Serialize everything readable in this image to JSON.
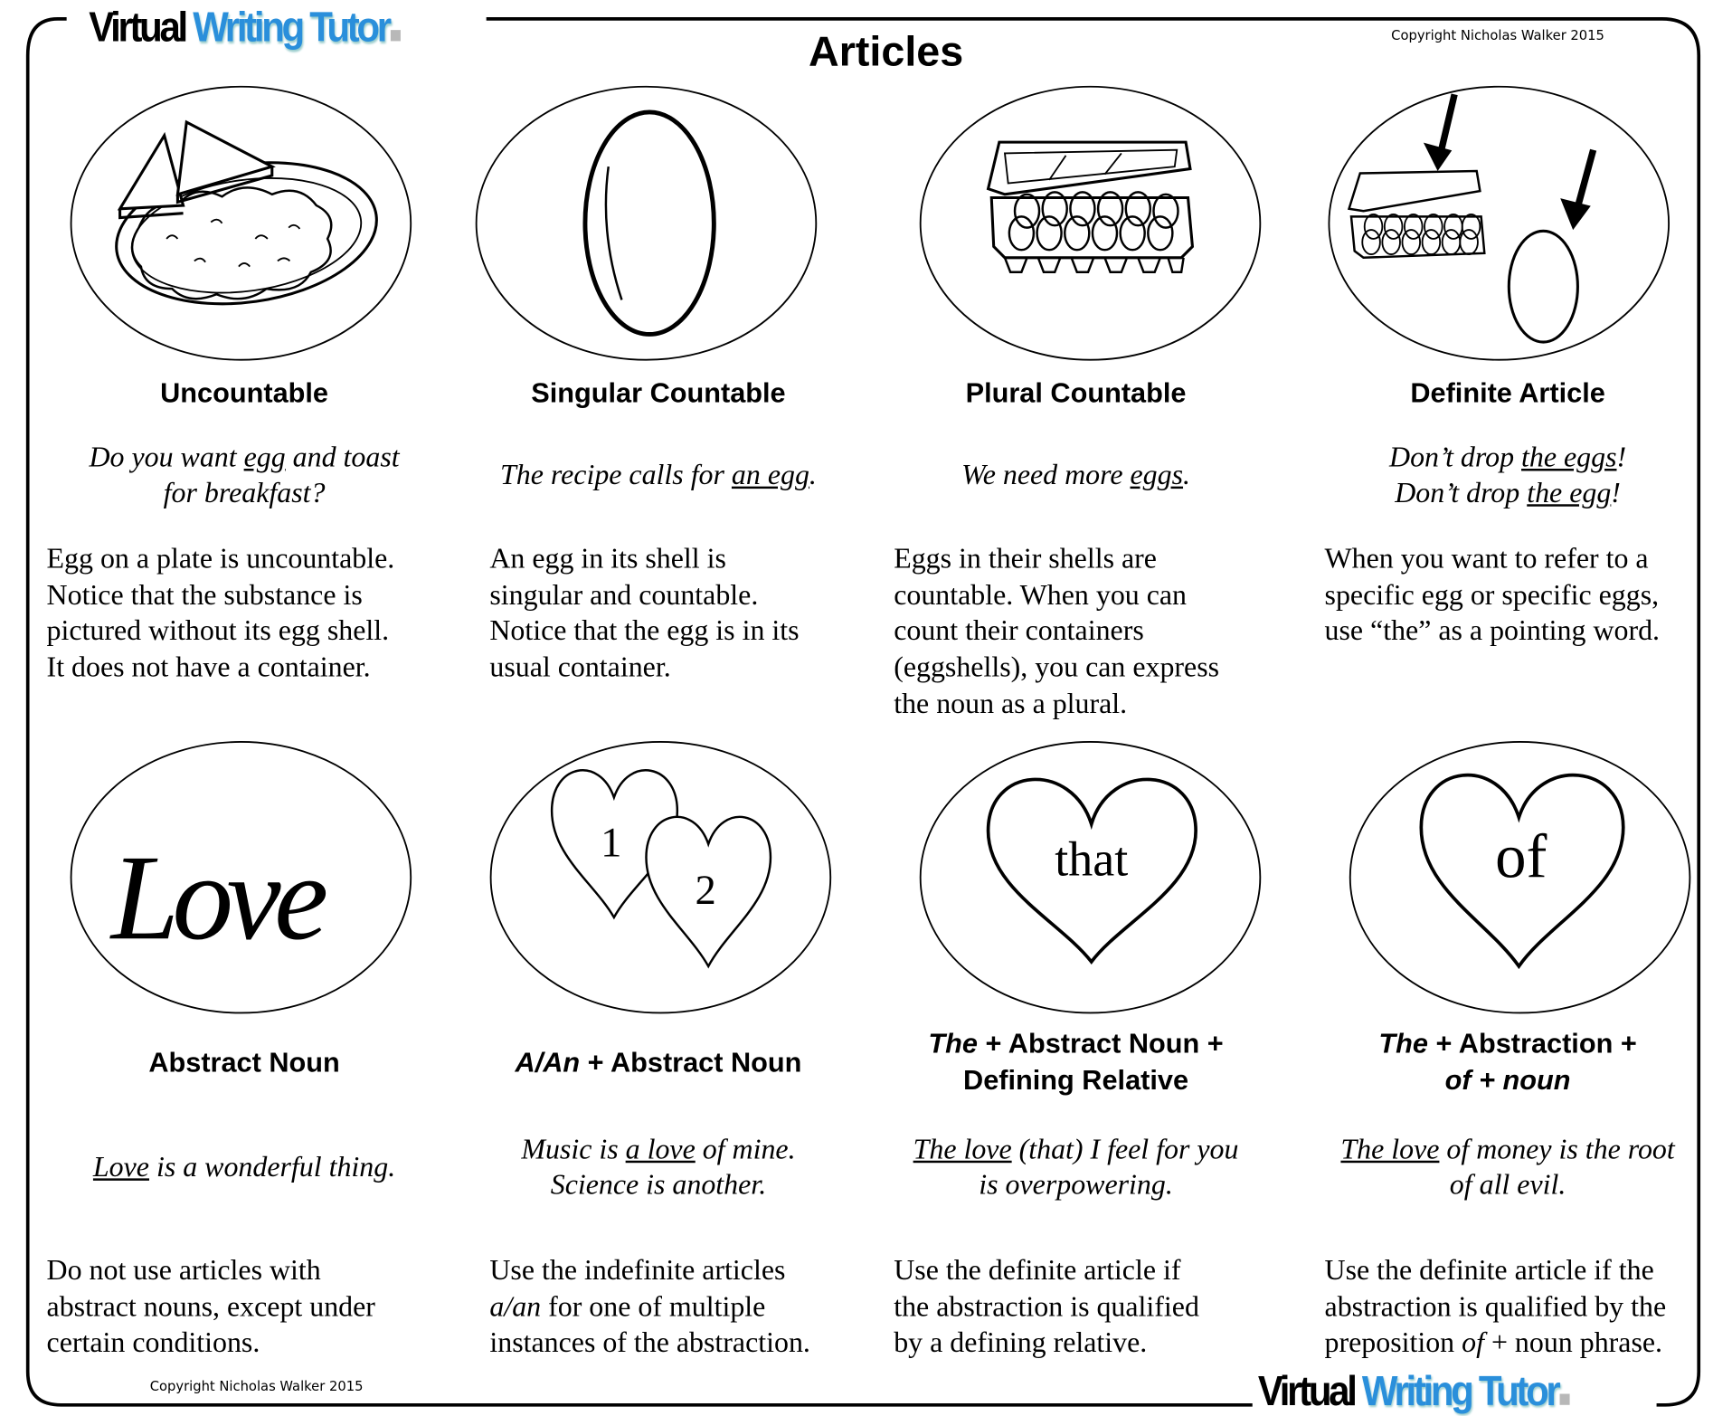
{
  "header": {
    "logo_black": "Virtual",
    "logo_blue": "Writing Tutor",
    "title": "Articles",
    "copyright": "Copyright Nicholas Walker 2015"
  },
  "footer": {
    "copyright": "Copyright Nicholas Walker 2015",
    "logo_black": "Virtual",
    "logo_blue": "Writing Tutor"
  },
  "illustrations": {
    "love_word": "Love",
    "heart_one": "1",
    "heart_two": "2",
    "heart_that": "that",
    "heart_of": "of"
  },
  "cards": [
    {
      "heading": [
        [
          {
            "t": "Uncountable"
          }
        ]
      ],
      "example": [
        [
          {
            "t": "Do you want "
          },
          {
            "t": "egg",
            "u": true
          },
          {
            "t": " and toast"
          }
        ],
        [
          {
            "t": "for breakfast?"
          }
        ]
      ],
      "body": [
        [
          {
            "t": "Egg on a plate is uncountable."
          }
        ],
        [
          {
            "t": "Notice that the substance is"
          }
        ],
        [
          {
            "t": "pictured without its egg shell."
          }
        ],
        [
          {
            "t": "It does not have a container."
          }
        ]
      ]
    },
    {
      "heading": [
        [
          {
            "t": "Singular Countable"
          }
        ]
      ],
      "example": [
        [
          {
            "t": "The recipe calls for "
          },
          {
            "t": "an egg",
            "u": true
          },
          {
            "t": "."
          }
        ]
      ],
      "body": [
        [
          {
            "t": "An egg in its shell is"
          }
        ],
        [
          {
            "t": "singular and countable."
          }
        ],
        [
          {
            "t": "Notice that the egg is in its"
          }
        ],
        [
          {
            "t": "usual container."
          }
        ]
      ]
    },
    {
      "heading": [
        [
          {
            "t": "Plural Countable"
          }
        ]
      ],
      "example": [
        [
          {
            "t": "We need more "
          },
          {
            "t": "eggs",
            "u": true
          },
          {
            "t": "."
          }
        ]
      ],
      "body": [
        [
          {
            "t": "Eggs in their shells are"
          }
        ],
        [
          {
            "t": "countable. When you can"
          }
        ],
        [
          {
            "t": "count their containers"
          }
        ],
        [
          {
            "t": "(eggshells), you can express"
          }
        ],
        [
          {
            "t": "the noun as a plural."
          }
        ]
      ]
    },
    {
      "heading": [
        [
          {
            "t": "Definite Article"
          }
        ]
      ],
      "example": [
        [
          {
            "t": "Don’t drop "
          },
          {
            "t": "the eggs",
            "u": true
          },
          {
            "t": "!"
          }
        ],
        [
          {
            "t": "Don’t drop "
          },
          {
            "t": "the egg",
            "u": true
          },
          {
            "t": "!"
          }
        ]
      ],
      "body": [
        [
          {
            "t": "When you want to refer to a"
          }
        ],
        [
          {
            "t": "specific egg or specific eggs,"
          }
        ],
        [
          {
            "t": "use “the” as a pointing word."
          }
        ]
      ]
    },
    {
      "heading": [
        [
          {
            "t": "Abstract Noun"
          }
        ]
      ],
      "example": [
        [
          {
            "t": "Love",
            "u": true
          },
          {
            "t": " is a wonderful thing."
          }
        ]
      ],
      "body": [
        [
          {
            "t": "Do not use articles with"
          }
        ],
        [
          {
            "t": "abstract nouns, except under"
          }
        ],
        [
          {
            "t": "certain conditions."
          }
        ]
      ]
    },
    {
      "heading": [
        [
          {
            "t": "A/An",
            "i": true
          },
          {
            "t": " + Abstract Noun"
          }
        ]
      ],
      "example": [
        [
          {
            "t": "Music is "
          },
          {
            "t": "a love",
            "u": true
          },
          {
            "t": " of mine."
          }
        ],
        [
          {
            "t": "Science is another."
          }
        ]
      ],
      "body": [
        [
          {
            "t": "Use the indefinite articles"
          }
        ],
        [
          {
            "t": "a/an",
            "i": true
          },
          {
            "t": " for one of multiple"
          }
        ],
        [
          {
            "t": "instances of the abstraction."
          }
        ]
      ]
    },
    {
      "heading": [
        [
          {
            "t": "The",
            "i": true
          },
          {
            "t": " + Abstract Noun +"
          }
        ],
        [
          {
            "t": "Defining Relative"
          }
        ]
      ],
      "example": [
        [
          {
            "t": "The love",
            "u": true
          },
          {
            "t": " (that) I feel for you",
            "n": true
          }
        ],
        [
          {
            "t": "is overpowering."
          }
        ]
      ],
      "body": [
        [
          {
            "t": "Use  the definite article if"
          }
        ],
        [
          {
            "t": "the abstraction is qualified"
          }
        ],
        [
          {
            "t": "by a defining relative."
          }
        ]
      ]
    },
    {
      "heading": [
        [
          {
            "t": "The",
            "i": true
          },
          {
            "t": " + Abstraction +"
          }
        ],
        [
          {
            "t": "of + noun",
            "i": true
          }
        ]
      ],
      "example": [
        [
          {
            "t": "The love",
            "u": true
          },
          {
            "t": " of money is the root"
          }
        ],
        [
          {
            "t": "of all evil."
          }
        ]
      ],
      "body": [
        [
          {
            "t": "Use the definite article if the"
          }
        ],
        [
          {
            "t": "abstraction is qualified by the"
          }
        ],
        [
          {
            "t": "preposition "
          },
          {
            "t": "of",
            "i": true
          },
          {
            "t": " + noun phrase."
          }
        ]
      ]
    }
  ]
}
